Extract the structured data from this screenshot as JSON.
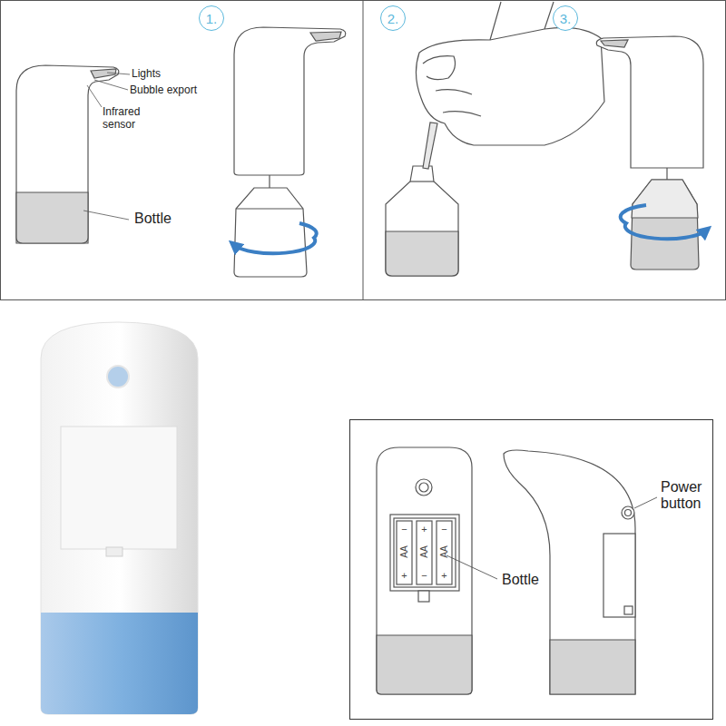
{
  "diagram": {
    "nodes": [
      {
        "text": [
          "1."
        ]
      },
      {
        "text": [
          "2."
        ]
      },
      {
        "text": [
          "3."
        ]
      }
    ],
    "labels": [
      "Lights",
      "Bubble export",
      "Infrared sensor",
      "Bottle",
      "−",
      "AA",
      "+",
      "+",
      "AA",
      "−",
      "−",
      "AA",
      "+",
      "Bottle",
      "Power button"
    ]
  }
}
